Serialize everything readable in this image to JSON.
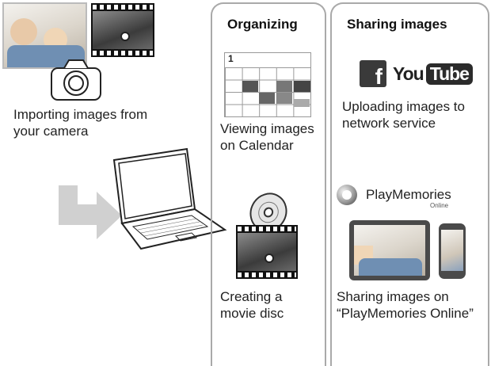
{
  "import": {
    "caption_line1": "Importing images from",
    "caption_line2": "your camera"
  },
  "organizing": {
    "heading": "Organizing",
    "calendar_caption_line1": "Viewing images",
    "calendar_caption_line2": "on Calendar",
    "calendar_month": "1",
    "disc_caption_line1": "Creating a",
    "disc_caption_line2": "movie disc"
  },
  "sharing": {
    "heading": "Sharing images",
    "facebook_glyph": "f",
    "youtube_you": "You",
    "youtube_tube": "Tube",
    "upload_caption_line1": "Uploading images to",
    "upload_caption_line2": "network service",
    "playmemories_name": "PlayMemories",
    "playmemories_sub": "Online",
    "pm_caption_line1": "Sharing images on",
    "pm_caption_line2": "“PlayMemories Online”"
  },
  "colors": {
    "panel_border": "#a9a9a9",
    "arrow": "#d0d0d0",
    "youtube_red": "#2b2b2b",
    "facebook": "#3a3a3a"
  }
}
